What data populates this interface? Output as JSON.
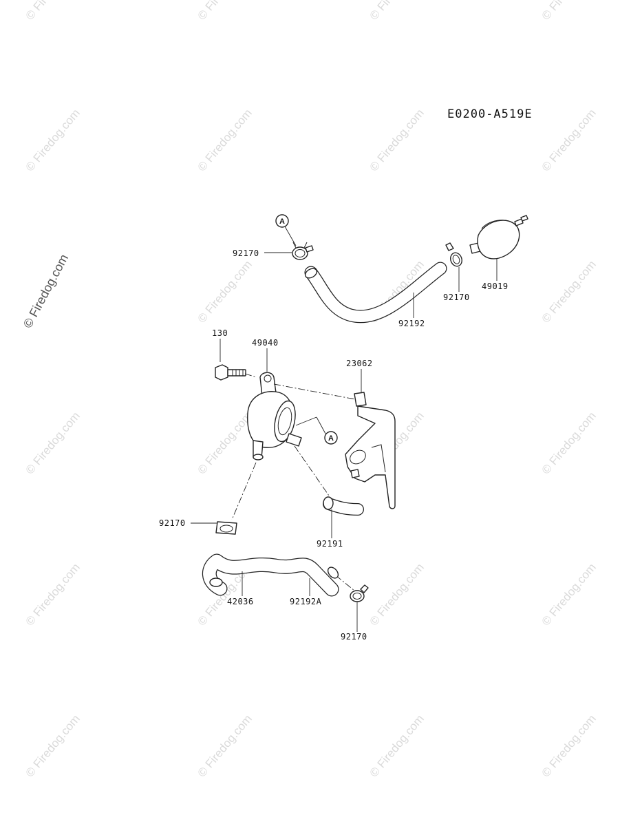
{
  "diagram_code": "E0200-A519E",
  "watermark": {
    "text": "© Firedog.com",
    "emphasized_text": "© Firedog.com"
  },
  "reference_marker": "A",
  "callouts": {
    "clamp_top_left": "92170",
    "fuel_hose_top": "92192",
    "clamp_top_right": "92170",
    "fuel_filter": "49019",
    "bolt": "130",
    "fuel_pump": "49040",
    "bracket": "23062",
    "clamp_mid_left": "92170",
    "hose_short": "92191",
    "hose_lower_left": "42036",
    "hose_lower": "92192A",
    "clamp_bottom": "92170"
  }
}
